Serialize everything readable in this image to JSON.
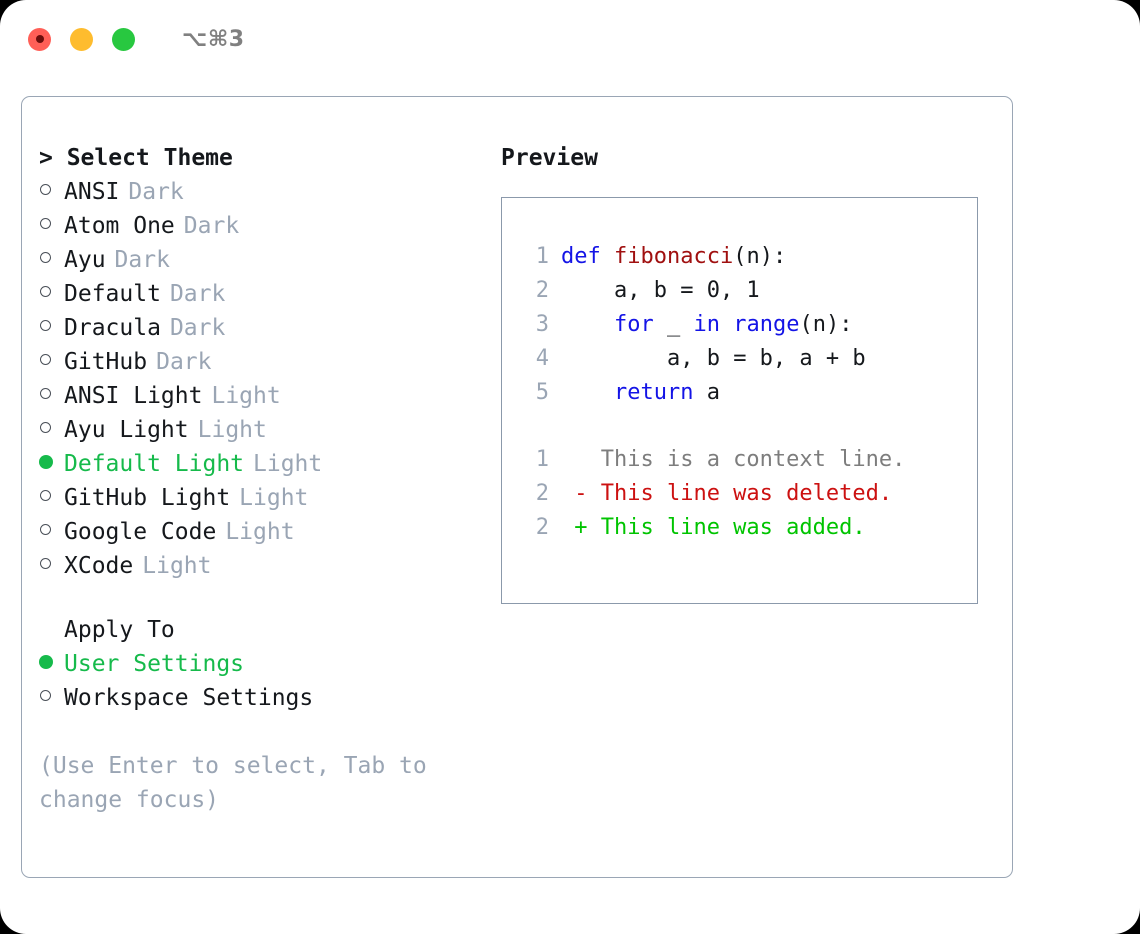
{
  "titlebar": {
    "shortcut": "⌥⌘3",
    "buttons": [
      {
        "name": "close",
        "color": "#ff5f57"
      },
      {
        "name": "minimize",
        "color": "#febc2e"
      },
      {
        "name": "maximize",
        "color": "#28c840"
      }
    ]
  },
  "theme_section": {
    "header": "> Select Theme",
    "options": [
      {
        "marker": "o",
        "name": "ANSI",
        "kind": "Dark",
        "selected": false
      },
      {
        "marker": "o",
        "name": "Atom One",
        "kind": "Dark",
        "selected": false
      },
      {
        "marker": "o",
        "name": "Ayu",
        "kind": "Dark",
        "selected": false
      },
      {
        "marker": "o",
        "name": "Default",
        "kind": "Dark",
        "selected": false
      },
      {
        "marker": "o",
        "name": "Dracula",
        "kind": "Dark",
        "selected": false
      },
      {
        "marker": "o",
        "name": "GitHub",
        "kind": "Dark",
        "selected": false
      },
      {
        "marker": "o",
        "name": "ANSI Light",
        "kind": "Light",
        "selected": false
      },
      {
        "marker": "o",
        "name": "Ayu Light",
        "kind": "Light",
        "selected": false
      },
      {
        "marker": "●",
        "name": "Default Light",
        "kind": "Light",
        "selected": true
      },
      {
        "marker": "o",
        "name": "GitHub Light",
        "kind": "Light",
        "selected": false
      },
      {
        "marker": "o",
        "name": "Google Code",
        "kind": "Light",
        "selected": false
      },
      {
        "marker": "o",
        "name": "XCode",
        "kind": "Light",
        "selected": false
      }
    ]
  },
  "apply_section": {
    "header": "Apply To",
    "options": [
      {
        "marker": "●",
        "name": "User Settings",
        "selected": true
      },
      {
        "marker": "o",
        "name": "Workspace Settings",
        "selected": false
      }
    ]
  },
  "hint": "(Use Enter to select, Tab to change focus)",
  "preview": {
    "title": "Preview",
    "code_lines": [
      {
        "num": "1",
        "indent": "",
        "tokens": [
          {
            "t": "def",
            "c": "kw"
          },
          {
            "t": " ",
            "c": "pl"
          },
          {
            "t": "fibonacci",
            "c": "fn"
          },
          {
            "t": "(n):",
            "c": "pl"
          }
        ]
      },
      {
        "num": "2",
        "indent": "    ",
        "tokens": [
          {
            "t": "a, b = 0, 1",
            "c": "pl"
          }
        ]
      },
      {
        "num": "3",
        "indent": "    ",
        "tokens": [
          {
            "t": "for",
            "c": "kw"
          },
          {
            "t": " _ ",
            "c": "pl"
          },
          {
            "t": "in",
            "c": "kw"
          },
          {
            "t": " ",
            "c": "pl"
          },
          {
            "t": "range",
            "c": "kw"
          },
          {
            "t": "(n):",
            "c": "pl"
          }
        ]
      },
      {
        "num": "4",
        "indent": "        ",
        "tokens": [
          {
            "t": "a, b = b, a + b",
            "c": "pl"
          }
        ]
      },
      {
        "num": "5",
        "indent": "    ",
        "tokens": [
          {
            "t": "return",
            "c": "kw"
          },
          {
            "t": " a",
            "c": "pl"
          }
        ]
      }
    ],
    "diff_lines": [
      {
        "num": "1",
        "sign": " ",
        "text": " This is a context line.",
        "kind": "d-ctx"
      },
      {
        "num": "2",
        "sign": "-",
        "text": " This line was deleted.",
        "kind": "d-del"
      },
      {
        "num": "2",
        "sign": "+",
        "text": " This line was added.",
        "kind": "d-add"
      }
    ]
  },
  "colors": {
    "accent_green": "#16ba4b",
    "muted_grey": "#9aa5b4",
    "keyword_blue": "#1414e6",
    "function_red": "#a01010",
    "diff_add": "#00c400",
    "diff_del": "#cc1111",
    "border": "#9aa6b5"
  }
}
